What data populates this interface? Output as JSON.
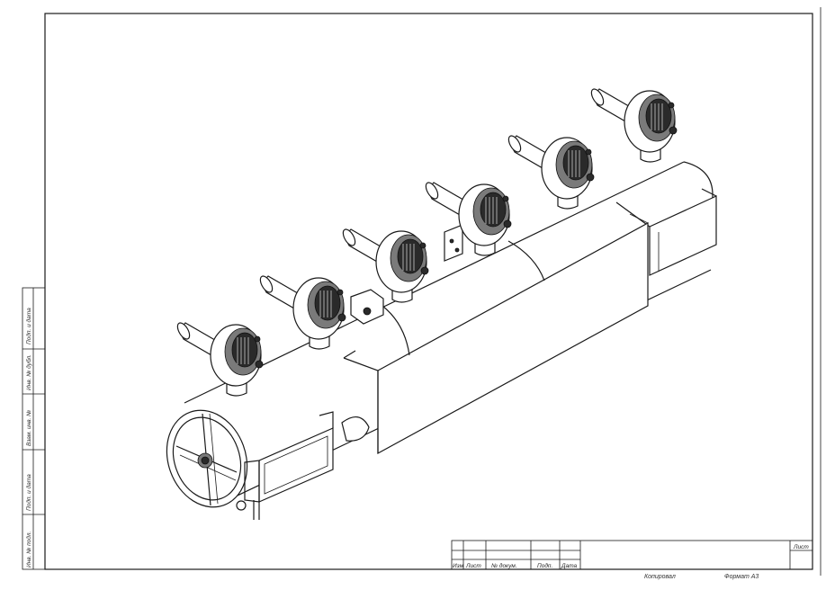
{
  "title_block": {
    "row_labels": [
      "Изм",
      "Лист",
      "№ докум.",
      "Подп.",
      "Дата"
    ],
    "sheet_label": "Лист",
    "copied_label": "Копировал",
    "format_label": "Формат A3"
  },
  "side_stamp": {
    "labels": [
      "Подп. и дата",
      "Инв. № дубл.",
      "Взам. инв. №",
      "Подп. и дата",
      "Инв. № подл."
    ]
  },
  "colors": {
    "line": "#1a1a1a",
    "paper": "#ffffff",
    "detail_dark": "#2a2a2a"
  },
  "drawing": {
    "burner_count": 6
  }
}
